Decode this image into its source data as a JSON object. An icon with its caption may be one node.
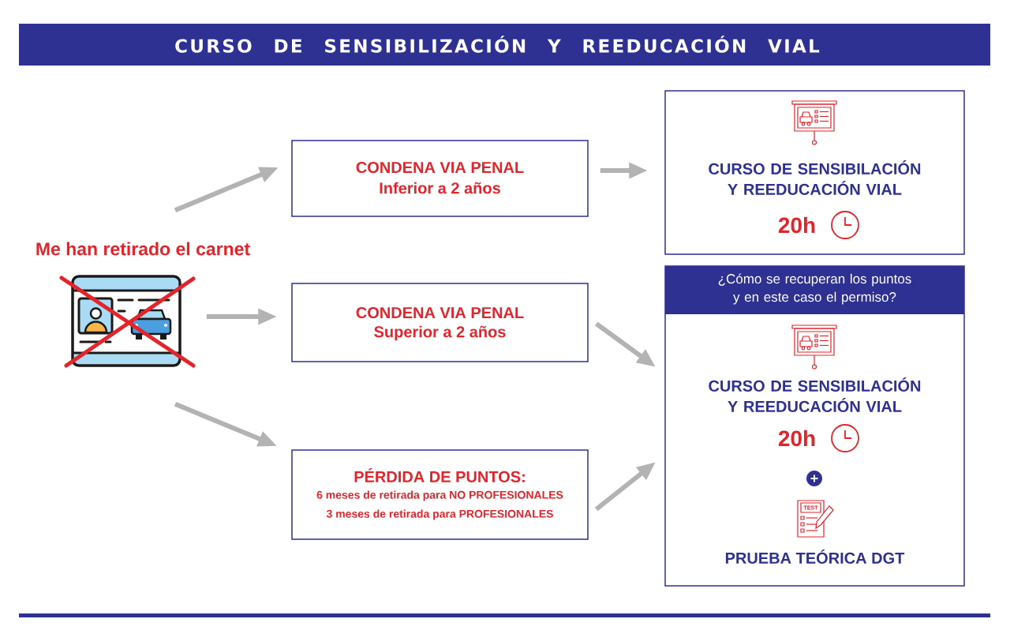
{
  "diagram": {
    "title": "CURSO DE SENSIBILIZACIÓN Y REEDUCACIÓN VIAL",
    "nodes": [
      {
        "text": [
          "Me han retirado el carnet"
        ]
      },
      {
        "text": [
          "CONDENA VIA PENAL",
          "Inferior a 2 años"
        ]
      },
      {
        "text": [
          "CONDENA VIA PENAL",
          "Superior a 2 años"
        ]
      },
      {
        "text": [
          "PÉRDIDA DE PUNTOS:",
          "6 meses de retirada para NO PROFESIONALES",
          "3 meses de retirada para PROFESIONALES"
        ]
      },
      {
        "text": [
          "CURSO DE SENSIBILACIÓN Y REEDUCACIÓN VIAL",
          "20h"
        ]
      },
      {
        "text": [
          "¿Cómo se recuperan los puntos y en este caso el permiso?",
          "CURSO DE SENSIBILACIÓN Y REEDUCACIÓN VIAL",
          "20h",
          "PRUEBA TEÓRICA DGT"
        ]
      }
    ],
    "edges": [
      {
        "from": 0,
        "to": 1,
        "arrow": "to"
      },
      {
        "from": 0,
        "to": 2,
        "arrow": "to"
      },
      {
        "from": 0,
        "to": 3,
        "arrow": "to"
      },
      {
        "from": 1,
        "to": 4,
        "arrow": "to"
      },
      {
        "from": 2,
        "to": 5,
        "arrow": "to"
      },
      {
        "from": 3,
        "to": 5,
        "arrow": "to"
      }
    ],
    "labels": [
      "TEST"
    ]
  }
}
